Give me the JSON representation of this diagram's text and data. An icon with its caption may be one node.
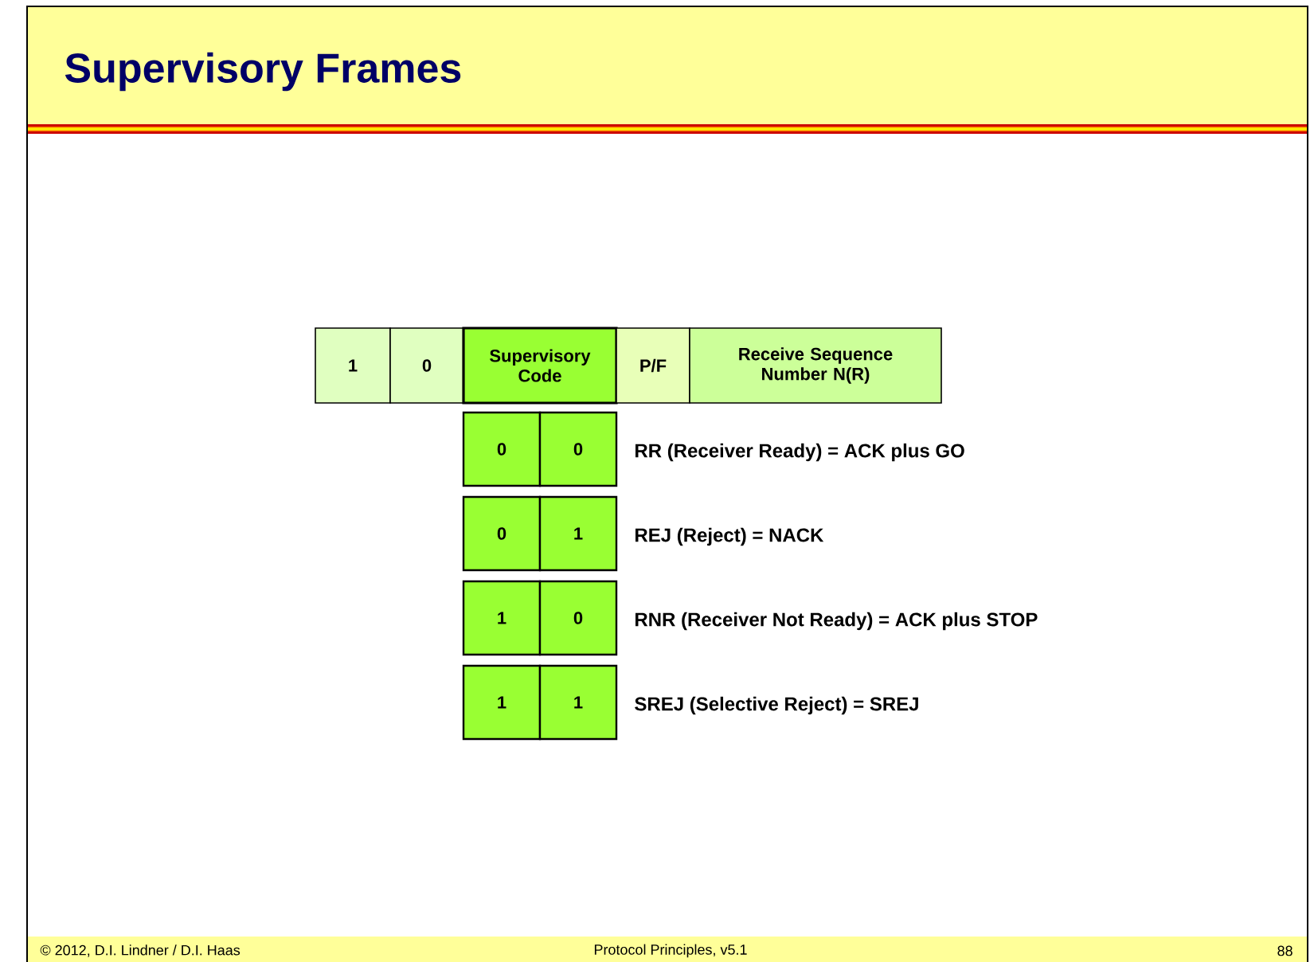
{
  "diagram": {
    "title": "Supervisory Frames",
    "nodes": [
      {
        "text": [
          "1"
        ]
      },
      {
        "text": [
          "0"
        ]
      },
      {
        "text": [
          "Supervisory Code"
        ]
      },
      {
        "text": [
          "P/F"
        ]
      },
      {
        "text": [
          "Receive Sequence Number N(R)"
        ]
      },
      {
        "text": [
          "0"
        ]
      },
      {
        "text": [
          "0"
        ],
        "beside": [
          "RR (Receiver Ready) = ACK plus GO"
        ]
      },
      {
        "text": [
          "0"
        ]
      },
      {
        "text": [
          "1"
        ],
        "beside": [
          "REJ (Reject) = NACK"
        ]
      },
      {
        "text": [
          "1"
        ]
      },
      {
        "text": [
          "0"
        ],
        "beside": [
          "RNR (Receiver Not Ready) = ACK plus STOP"
        ]
      },
      {
        "text": [
          "1"
        ]
      },
      {
        "text": [
          "1"
        ],
        "beside": [
          "SREJ (Selective Reject) = SREJ"
        ]
      }
    ],
    "labels": [
      "© 2012, D.I. Lindner / D.I. Haas",
      "Protocol Principles, v5.1",
      "88"
    ]
  }
}
